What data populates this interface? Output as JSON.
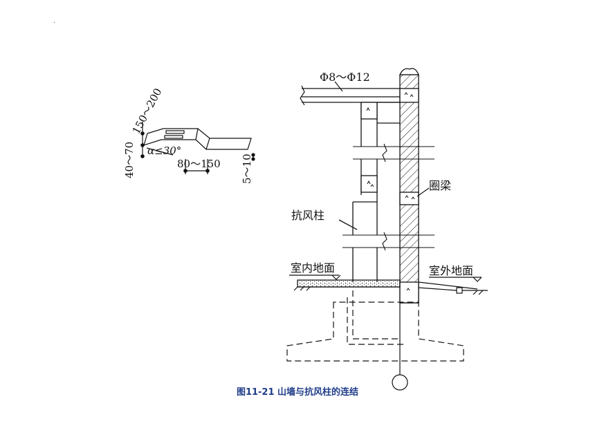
{
  "caption": "图11-21  山墙与抗风柱的连结",
  "labels": {
    "rebar": "Φ8～Φ12",
    "ring_beam": "圈梁",
    "wind_column": "抗风柱",
    "indoor_floor": "室内地面",
    "outdoor_ground": "室外地面"
  },
  "detail": {
    "dim_width": "150～200",
    "dim_height": "40～70",
    "angle": "α≤30°",
    "dim_length": "80～150",
    "dim_thickness": "5～10"
  },
  "colors": {
    "line": "#111111",
    "caption": "#1f3c88"
  }
}
